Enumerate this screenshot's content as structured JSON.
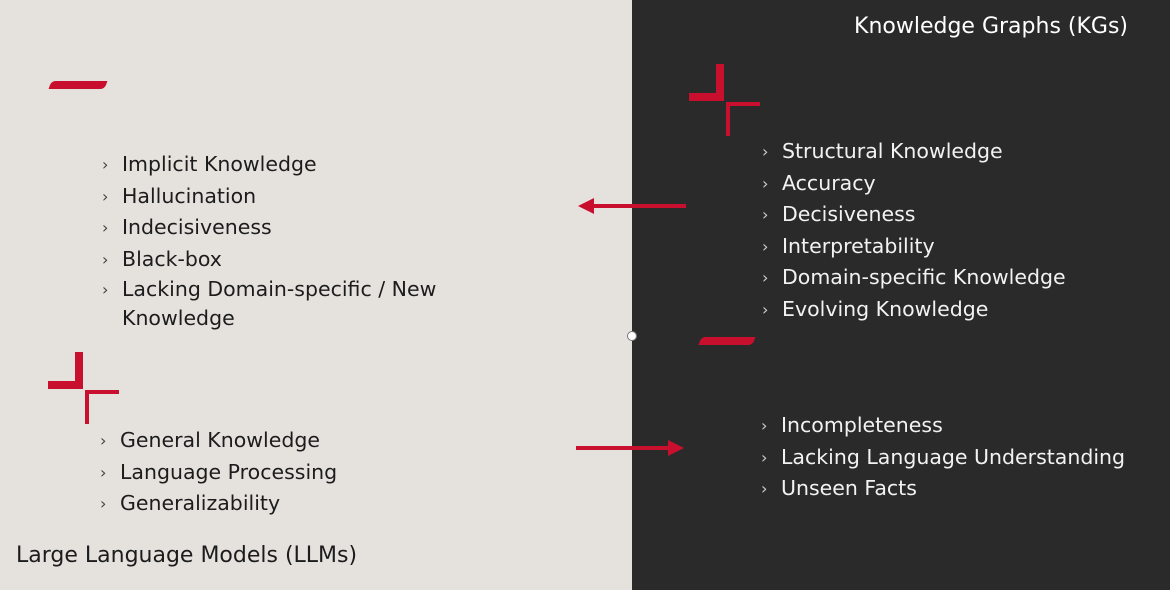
{
  "kg": {
    "title": "Knowledge Graphs (KGs)",
    "strengths": [
      "Structural Knowledge",
      "Accuracy",
      "Decisiveness",
      "Interpretability",
      "Domain-specific Knowledge",
      "Evolving Knowledge"
    ],
    "weaknesses": [
      "Incompleteness",
      "Lacking Language Understanding",
      "Unseen Facts"
    ]
  },
  "llm": {
    "title": "Large Language Models (LLMs)",
    "weaknesses": [
      "Implicit Knowledge",
      "Hallucination",
      "Indecisiveness",
      "Black-box",
      "Lacking Domain-specific / New Knowledge"
    ],
    "strengths": [
      "General Knowledge",
      "Language Processing",
      "Generalizability"
    ]
  },
  "bullet_glyph": "›",
  "colors": {
    "accent": "#c8102e",
    "left_bg": "#e5e2de",
    "right_bg": "#2a2a2a"
  },
  "icons": [
    "corner-bracket-icon",
    "accent-bar-icon",
    "arrow-left-icon",
    "arrow-right-icon"
  ]
}
